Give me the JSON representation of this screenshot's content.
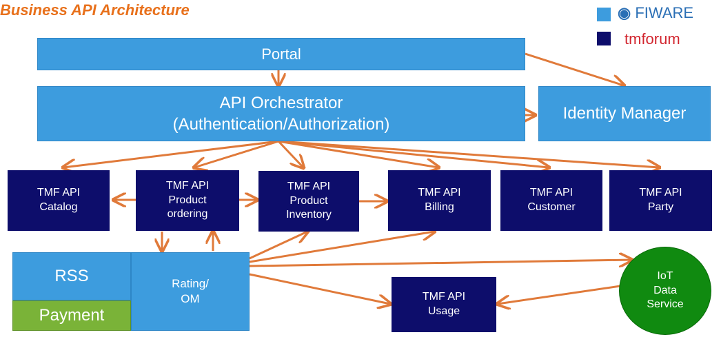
{
  "title": "Business API Architecture",
  "legend": {
    "fiware": "FIWARE",
    "tmforum": "tmforum"
  },
  "colors": {
    "light": "#3d9cde",
    "dark": "#0d0d6b",
    "payment": "#7ab338",
    "iot": "#108a10",
    "arrow": "#e07a3a",
    "title": "#e8711c"
  },
  "nodes": {
    "portal": "Portal",
    "orchestrator": "API Orchestrator\n(Authentication/Authorization)",
    "identity": "Identity Manager",
    "catalog": "TMF API\nCatalog",
    "ordering": "TMF API\nProduct\nordering",
    "inventory": "TMF API\nProduct\nInventory",
    "billing": "TMF API\nBilling",
    "customer": "TMF API\nCustomer",
    "party": "TMF API\nParty",
    "rss": "RSS",
    "payment": "Payment",
    "rating": "Rating/\nOM",
    "usage": "TMF API\nUsage",
    "iot": "IoT\nData\nService"
  }
}
